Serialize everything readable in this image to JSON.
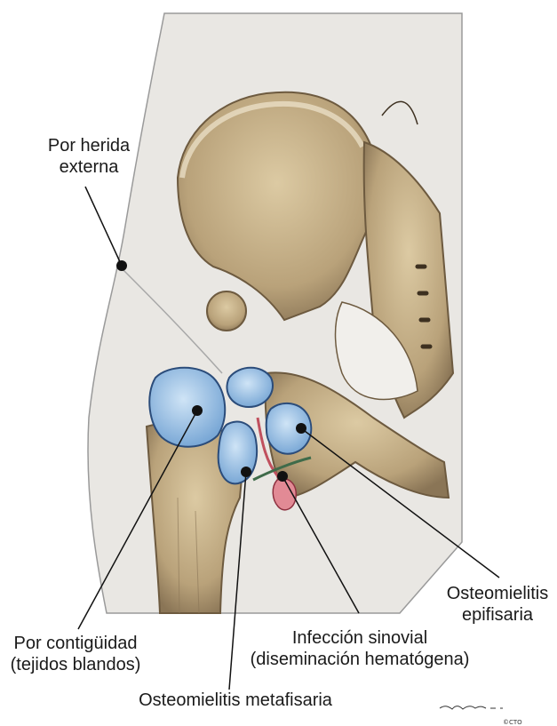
{
  "labels": {
    "por_herida": [
      "Por herida",
      "externa"
    ],
    "osteo_epifisaria": [
      "Osteomielitis",
      "epifisaria"
    ],
    "por_contiguidad": [
      "Por contigüidad",
      "(tejidos blandos)"
    ],
    "infeccion_sinovial": [
      "Infección sinovial",
      "(diseminación hematógena)"
    ],
    "osteo_metafisaria": "Osteomielitis metafisaria"
  },
  "credit": "©CTO",
  "colors": {
    "skin": "#e8e6e2",
    "bone": "#c8b58f",
    "bone_dark": "#8a7556",
    "infection": "#9ec4e8",
    "vessel": "#d9727e",
    "line": "#111111"
  }
}
